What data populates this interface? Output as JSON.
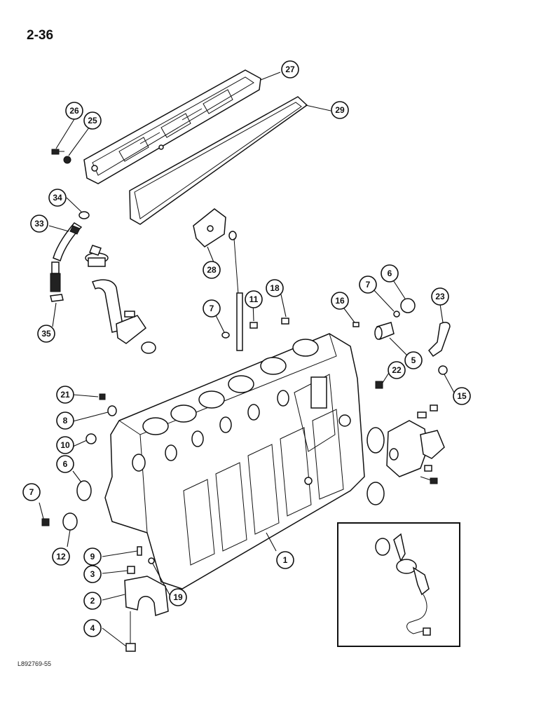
{
  "page": {
    "number": "2-36",
    "figure_code": "L892769-55"
  },
  "callouts": [
    {
      "id": "c27",
      "label": "27"
    },
    {
      "id": "c29",
      "label": "29"
    },
    {
      "id": "c26",
      "label": "26"
    },
    {
      "id": "c25",
      "label": "25"
    },
    {
      "id": "c34",
      "label": "34"
    },
    {
      "id": "c33",
      "label": "33"
    },
    {
      "id": "c35",
      "label": "35"
    },
    {
      "id": "c28",
      "label": "28"
    },
    {
      "id": "c18",
      "label": "18"
    },
    {
      "id": "c11",
      "label": "11"
    },
    {
      "id": "c7a",
      "label": "7"
    },
    {
      "id": "c6a",
      "label": "6"
    },
    {
      "id": "c7b",
      "label": "7"
    },
    {
      "id": "c16",
      "label": "16"
    },
    {
      "id": "c23",
      "label": "23"
    },
    {
      "id": "c5",
      "label": "5"
    },
    {
      "id": "c22",
      "label": "22"
    },
    {
      "id": "c15",
      "label": "15"
    },
    {
      "id": "c21",
      "label": "21"
    },
    {
      "id": "c8",
      "label": "8"
    },
    {
      "id": "c10",
      "label": "10"
    },
    {
      "id": "c6b",
      "label": "6"
    },
    {
      "id": "c7c",
      "label": "7"
    },
    {
      "id": "c12",
      "label": "12"
    },
    {
      "id": "c9",
      "label": "9"
    },
    {
      "id": "c3",
      "label": "3"
    },
    {
      "id": "c2",
      "label": "2"
    },
    {
      "id": "c19",
      "label": "19"
    },
    {
      "id": "c1",
      "label": "1"
    },
    {
      "id": "c4",
      "label": "4"
    }
  ]
}
